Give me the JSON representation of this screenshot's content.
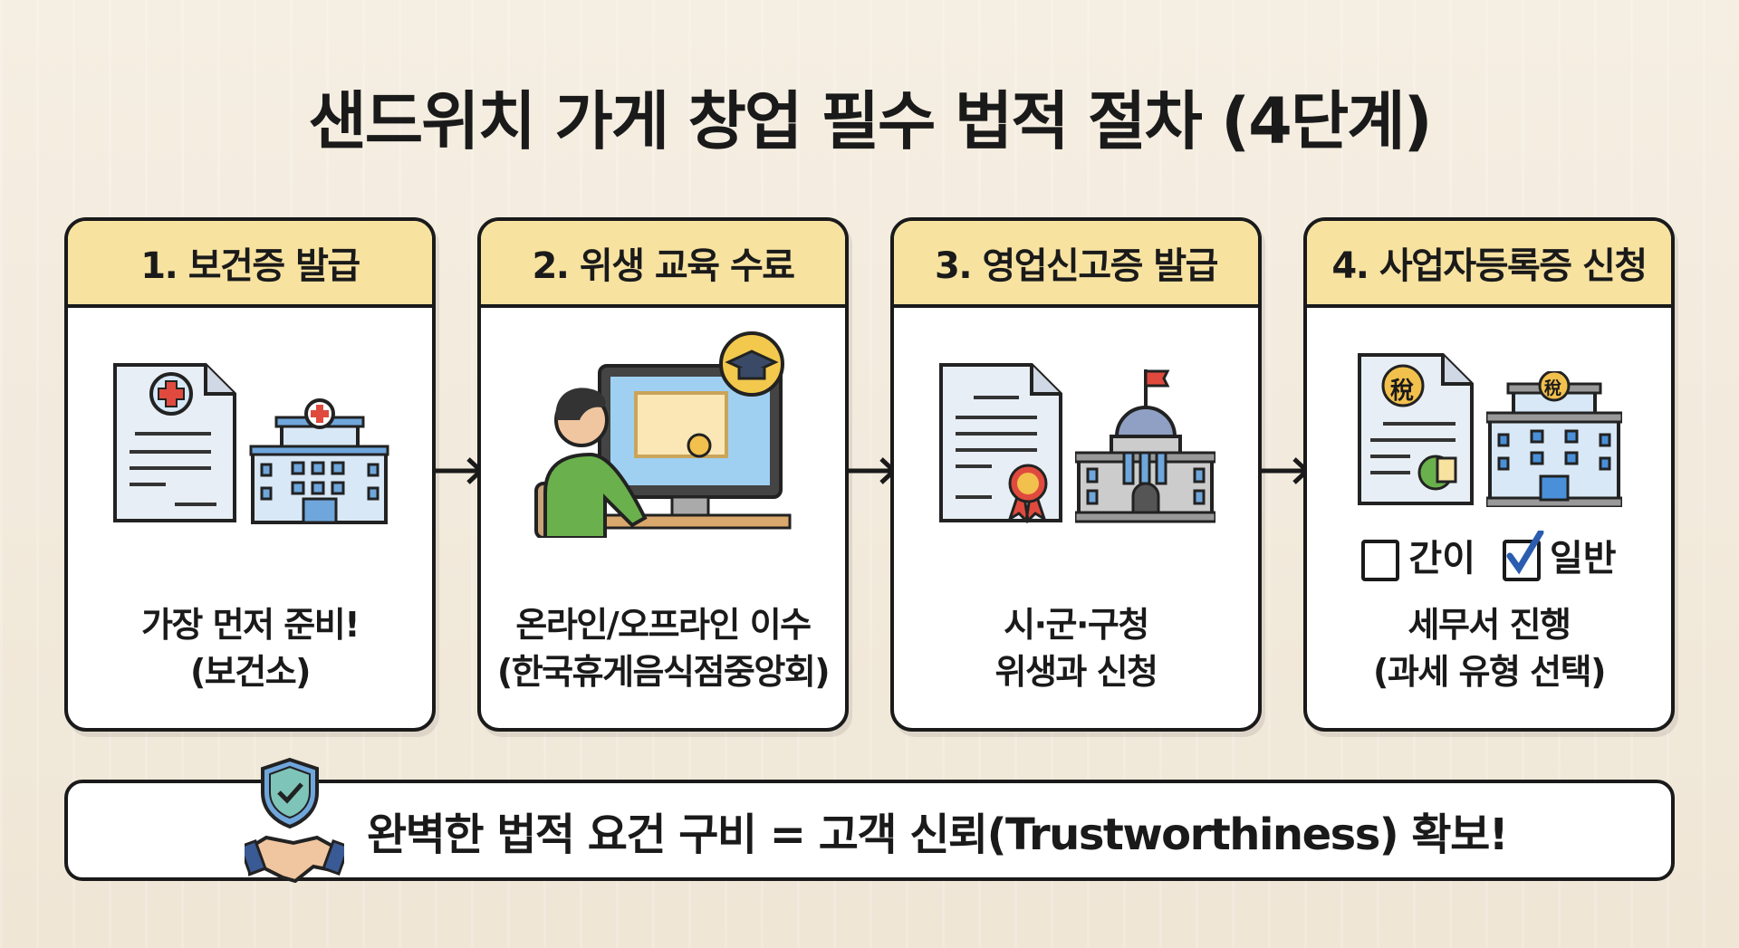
{
  "title": "샌드위치 가게 창업 필수 법적 절차 (4단계)",
  "steps": [
    {
      "header": "1. 보건증 발급",
      "line1": "가장 먼저 준비!",
      "line2": "(보건소)",
      "icons": [
        "health-certificate-icon",
        "hospital-icon"
      ]
    },
    {
      "header": "2. 위생 교육 수료",
      "line1": "온라인/오프라인 이수",
      "line2": "(한국휴게음식점중앙회)",
      "icons": [
        "person-computer-icon",
        "graduation-cap-icon"
      ]
    },
    {
      "header": "3. 영업신고증 발급",
      "line1": "시·군·구청",
      "line2": "위생과 신청",
      "icons": [
        "certificate-seal-icon",
        "city-hall-icon"
      ]
    },
    {
      "header": "4. 사업자등록증 신청",
      "line1": "세무서 진행",
      "line2": "(과세 유형 선택)",
      "icons": [
        "tax-document-icon",
        "tax-office-icon"
      ],
      "options": [
        {
          "label": "간이",
          "checked": false
        },
        {
          "label": "일반",
          "checked": true
        }
      ],
      "tax_char": "稅"
    }
  ],
  "banner": {
    "text": "완벽한 법적 요건 구비 = 고객 신뢰(Trustworthiness) 확보!"
  },
  "colors": {
    "header_bg": "#f7e2a0",
    "border": "#1a1a1a",
    "background": "#f3ebdd",
    "check": "#2a5db0"
  }
}
